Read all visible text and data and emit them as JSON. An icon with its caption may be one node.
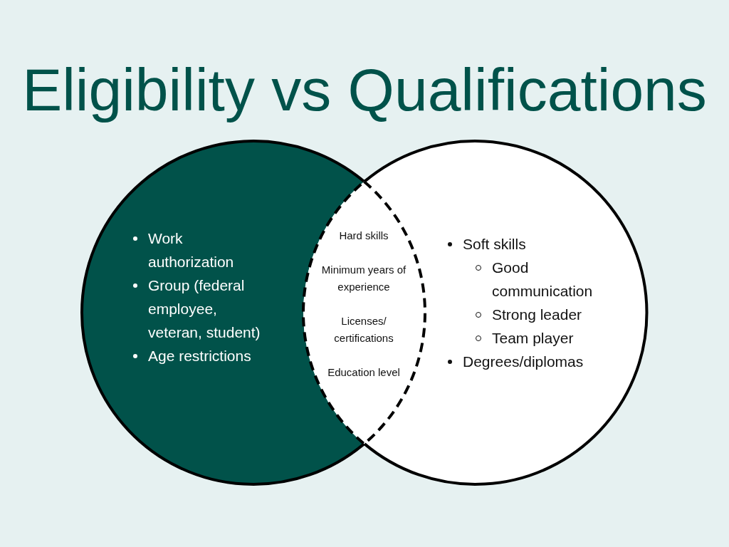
{
  "diagram": {
    "title": "Eligibility vs Qualifications",
    "nodes": [
      {
        "text": [
          "Work authorization",
          "Group (federal employee, veteran, student)",
          "Age restrictions"
        ]
      },
      {
        "text": [
          "Soft skills",
          "Good communication",
          "Strong leader",
          "Team player",
          "Degrees/diplomas"
        ]
      },
      {
        "text": [
          "Hard skills",
          "Minimum years of experience",
          "Licenses/ certifications",
          "Education level"
        ]
      }
    ]
  }
}
